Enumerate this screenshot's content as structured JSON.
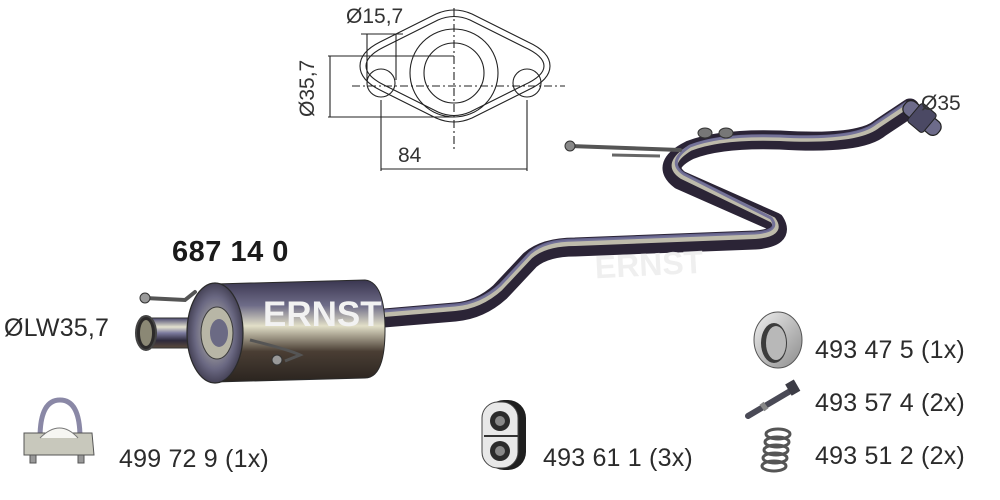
{
  "product": {
    "part_number": "687 14 0",
    "brand": "ERNST",
    "inlet_diameter": "ØLW35,7",
    "outlet_diameter": "Ø35"
  },
  "flange_drawing": {
    "hole_diameter": "Ø15,7",
    "bore_diameter": "Ø35,7",
    "hole_spacing": "84"
  },
  "accessories": [
    {
      "icon": "clamp-icon",
      "label": "499 72 9 (1x)"
    },
    {
      "icon": "rubber-hanger-icon",
      "label": "493 61 1 (3x)"
    },
    {
      "icon": "seal-ring-icon",
      "label": "493 47 5 (1x)"
    },
    {
      "icon": "bolt-icon",
      "label": "493 57 4 (2x)"
    },
    {
      "icon": "spring-icon",
      "label": "493 51 2 (2x)"
    }
  ],
  "colors": {
    "pipe_dark": "#2a2438",
    "pipe_mid": "#5b5a86",
    "pipe_light": "#d9d8c4",
    "text": "#2b2b2b"
  }
}
